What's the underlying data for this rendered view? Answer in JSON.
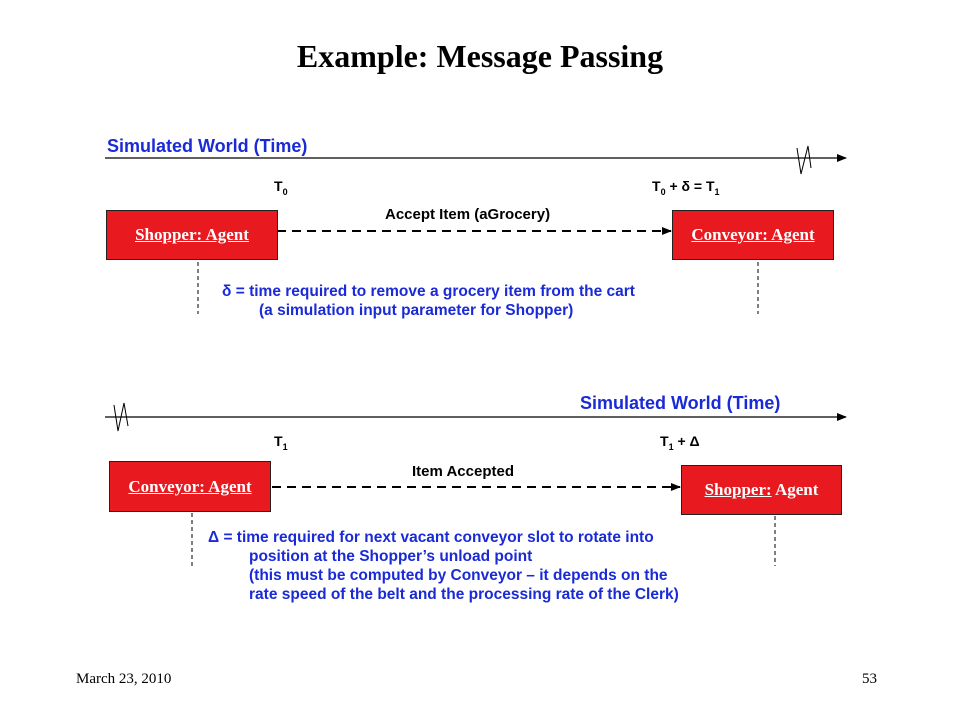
{
  "slide": {
    "title": "Example: Message Passing",
    "date": "March 23, 2010",
    "page_number": "53"
  },
  "top": {
    "timeline_label": "Simulated  World  (Time)",
    "t_start": "T",
    "t_start_sub": "0",
    "t_end_a": "T",
    "t_end_a_sub": "0",
    "t_end_mid": " + δ = T",
    "t_end_sub": "1",
    "sender": "Shopper: Agent",
    "receiver": "Conveyor: Agent",
    "message": "Accept Item (aGrocery)",
    "note_line1": "δ  = time required to remove a grocery item from the cart",
    "note_line2": "(a simulation input parameter for Shopper)"
  },
  "bottom": {
    "timeline_label": "Simulated  World  (Time)",
    "t_start": "T",
    "t_start_sub": "1",
    "t_end_a": "T",
    "t_end_a_sub": "1",
    "t_end_mid": " + Δ",
    "sender": "Conveyor: Agent",
    "receiver_u": "Shopper:",
    "receiver_rest": " Agent",
    "message": "Item Accepted",
    "note_line1": "Δ  = time required for next vacant conveyor slot to rotate into",
    "note_line2": "position at the Shopper’s unload point",
    "note_line3": "(this must be computed by Conveyor – it depends on the",
    "note_line4": "rate speed of the belt and the processing rate of the Clerk)"
  },
  "colors": {
    "agent_fill": "#e8191f",
    "text_blue": "#1a2ad6",
    "line": "#000000"
  }
}
